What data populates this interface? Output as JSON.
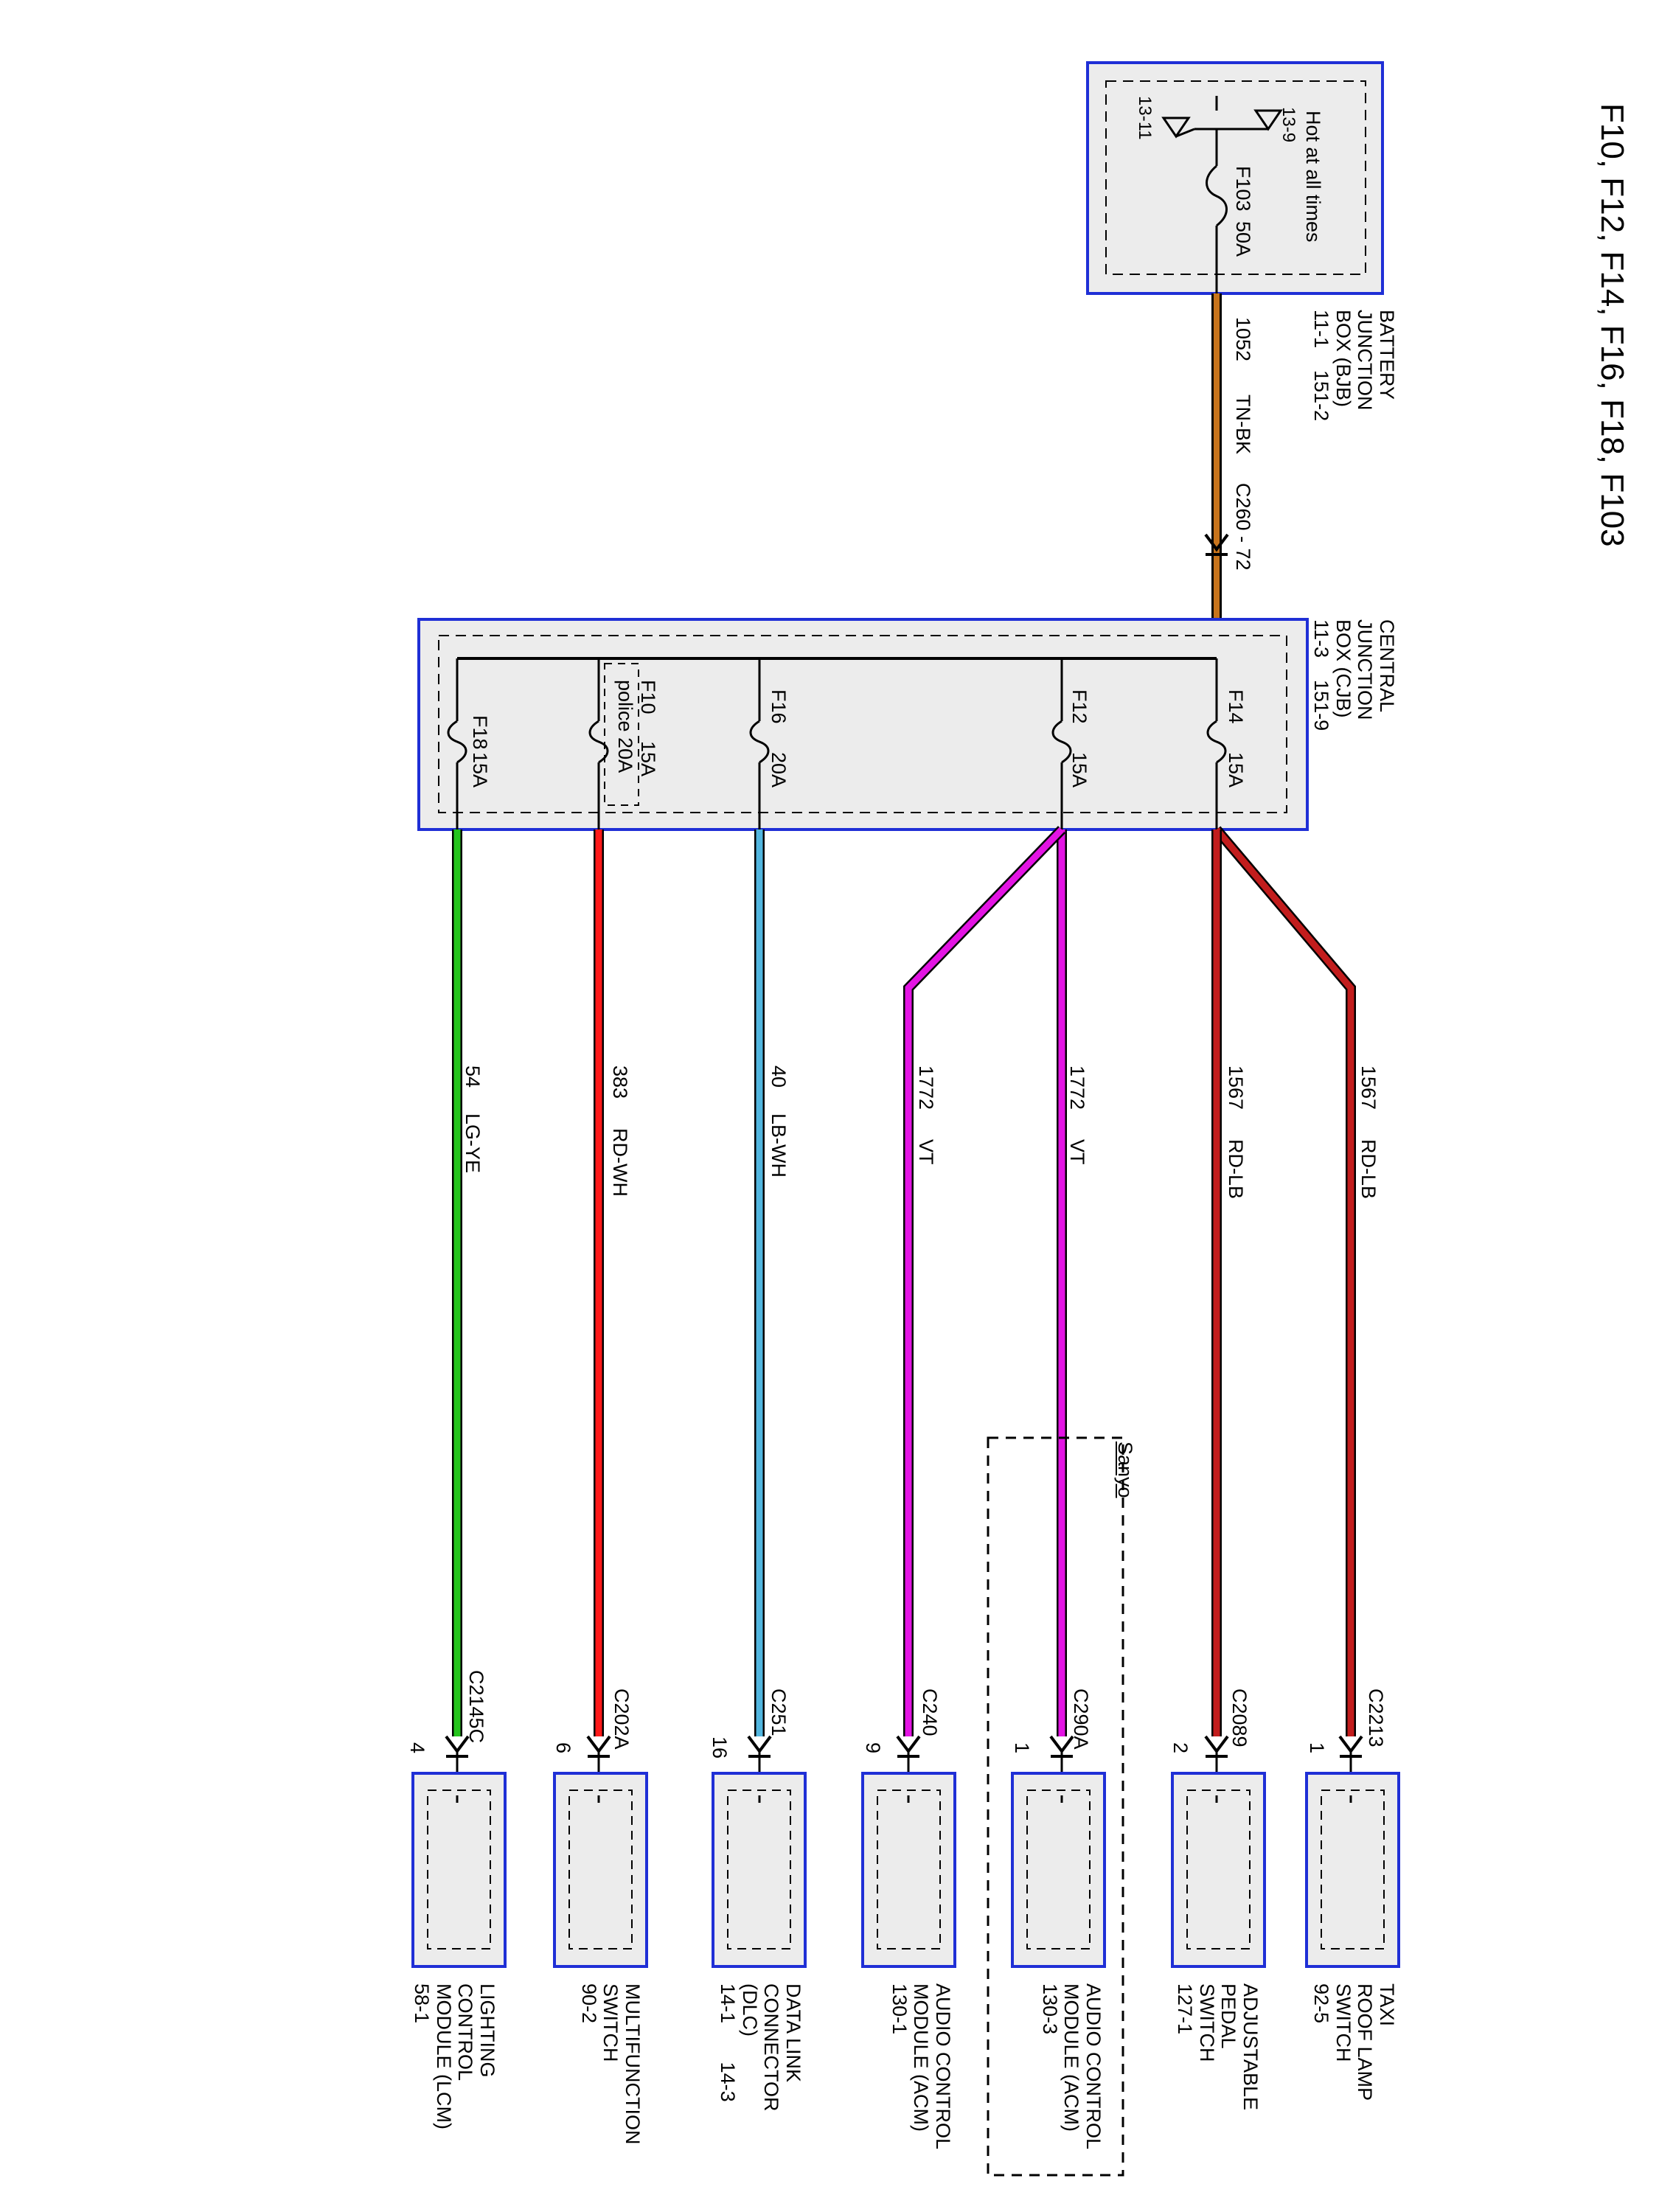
{
  "title": "F10, F12, F14, F16, F18, F103",
  "colors": {
    "box_border": "#1f2fd6",
    "box_fill": "#ececec",
    "dark_wire": "#000000",
    "TN-BK": "#c8741c",
    "RD-LB": "#c21d1d",
    "VT": "#e314e3",
    "LB-WH": "#52b6df",
    "RD-WH": "#ff1a1a",
    "LG-YE": "#25c41d"
  },
  "bjb": {
    "label": "BATTERY\nJUNCTION\nBOX (BJB)\n11-1    151-2",
    "hot_label": "Hot at all times",
    "pin_a": "13-9",
    "pin_b": "13-11",
    "fuse_name": "F103",
    "fuse_rating": "50A"
  },
  "feed_wire": {
    "circuit": "1052",
    "color": "TN-BK",
    "connector": "C260 - 72"
  },
  "cjb": {
    "label": "CENTRAL\nJUNCTION\nBOX (CJB)\n11-3    151-9",
    "fuses": [
      {
        "name": "F14",
        "rating": "15A"
      },
      {
        "name": "F12",
        "rating": "15A"
      },
      {
        "name": "F16",
        "rating": "20A"
      },
      {
        "name": "F10",
        "rating": "15A",
        "note": "police 20A"
      },
      {
        "name": "F18",
        "rating": "15A"
      }
    ]
  },
  "branches": [
    {
      "circuit": "1567",
      "color": "RD-LB",
      "connector": "C2213",
      "pin": "1",
      "component": "TAXI\nROOF LAMP\nSWITCH\n92-5"
    },
    {
      "circuit": "1567",
      "color": "RD-LB",
      "connector": "C2089",
      "pin": "2",
      "component": "ADJUSTABLE\nPEDAL\nSWITCH\n127-1"
    },
    {
      "circuit": "1772",
      "color": "VT",
      "connector": "C290A",
      "pin": "1",
      "component": "AUDIO CONTROL\nMODULE (ACM)\n130-3"
    },
    {
      "circuit": "1772",
      "color": "VT",
      "connector": "C240",
      "pin": "9",
      "component": "AUDIO CONTROL\nMODULE (ACM)\n130-1"
    },
    {
      "circuit": "40",
      "color": "LB-WH",
      "connector": "C251",
      "pin": "16",
      "component": "DATA LINK\nCONNECTOR\n(DLC)\n14-1       14-3"
    },
    {
      "circuit": "383",
      "color": "RD-WH",
      "connector": "C202A",
      "pin": "6",
      "component": "MULTIFUNCTION\nSWITCH\n90-2"
    },
    {
      "circuit": "54",
      "color": "LG-YE",
      "connector": "C2145C",
      "pin": "4",
      "component": "LIGHTING\nCONTROL\nMODULE (LCM)\n58-1"
    }
  ],
  "option_label": "Sanyo"
}
